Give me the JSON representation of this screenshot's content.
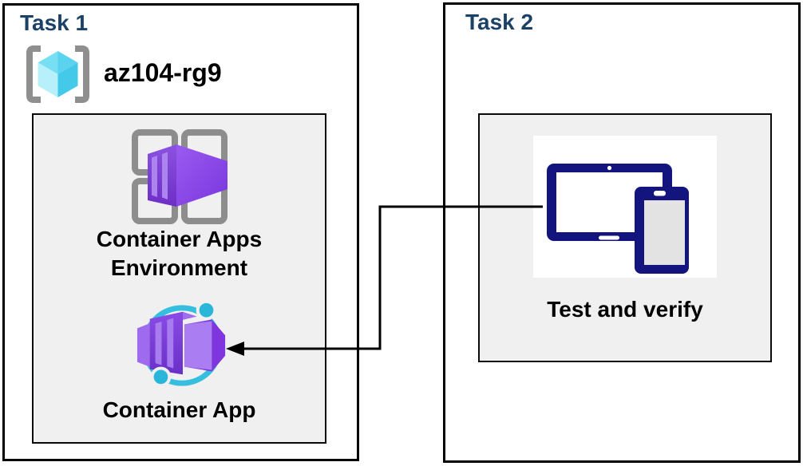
{
  "task1": {
    "title": "Task 1",
    "resource_group": {
      "name": "az104-rg9",
      "icon": "resource-group-icon"
    },
    "items": [
      {
        "label": "Container Apps Environment",
        "icon": "container-apps-environment-icon"
      },
      {
        "label": "Container App",
        "icon": "container-app-icon"
      }
    ]
  },
  "task2": {
    "title": "Task 2",
    "items": [
      {
        "label": "Test and verify",
        "icon": "devices-icon"
      }
    ]
  },
  "connector": {
    "from_label": "Test and verify",
    "to_label": "Container App",
    "style": "elbow-arrow-left"
  },
  "colors": {
    "heading": "#1B4266",
    "label_text": "#000000",
    "inner_box_fill": "#F0F0F0",
    "box_border": "#000000",
    "icon_gray": "#8D8D8D",
    "icon_purple_dark": "#6D2EC5",
    "icon_purple_bright": "#8B4AE8",
    "icon_purple_light": "#AC84EF",
    "icon_cyan": "#35BEDD",
    "rg_cube_top": "#76DFF4",
    "rg_cube_left": "#B7F0FB",
    "rg_cube_right": "#45C9E9",
    "device_navy": "#14147E",
    "device_screen_gray": "#E3E3E3"
  }
}
